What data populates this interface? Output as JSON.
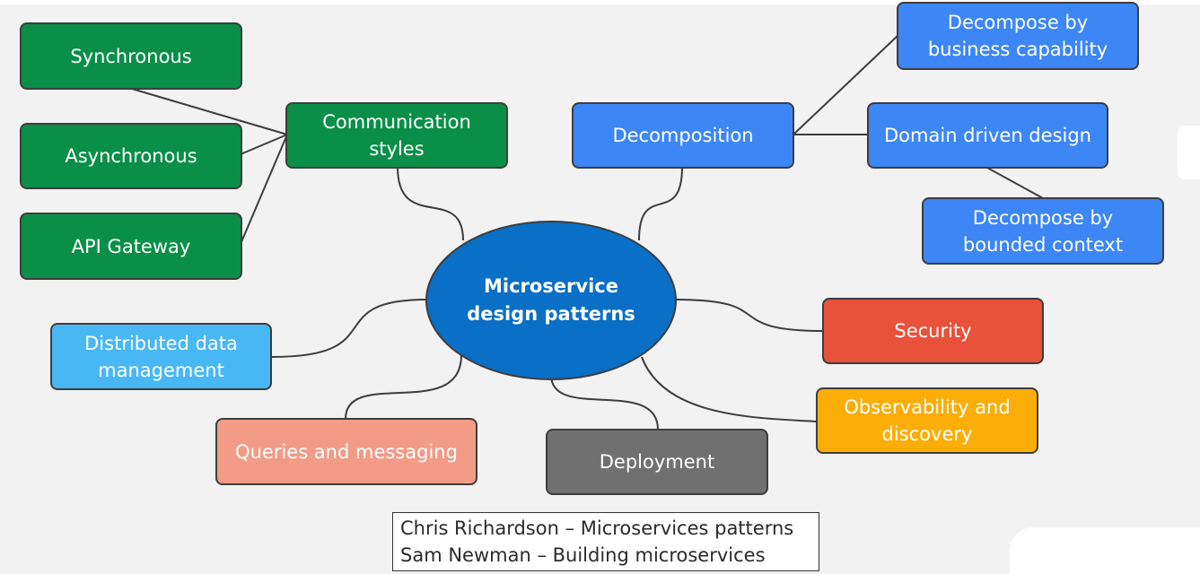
{
  "center": {
    "label": "Microservice\ndesign patterns"
  },
  "communication": {
    "label": "Communication\nstyles",
    "children": [
      "Synchronous",
      "Asynchronous",
      "API Gateway"
    ]
  },
  "decomposition": {
    "label": "Decomposition",
    "children": [
      "Decompose by\nbusiness capability",
      "Domain driven design",
      "Decompose by\nbounded context"
    ]
  },
  "topics": {
    "distributed_data": "Distributed data\nmanagement",
    "queries_messaging": "Queries and messaging",
    "deployment": "Deployment",
    "security": "Security",
    "observability": "Observability and\ndiscovery"
  },
  "references": [
    "Chris Richardson – Microservices patterns",
    "Sam Newman – Building microservices"
  ],
  "colors": {
    "center": "#0a6fc6",
    "communication": "#0a8f48",
    "decomposition": "#3d86f6",
    "distributed_data": "#48b8f5",
    "queries_messaging": "#f29b86",
    "deployment": "#707070",
    "security": "#e8513a",
    "observability": "#fbae08",
    "background": "#f2f2f2"
  }
}
